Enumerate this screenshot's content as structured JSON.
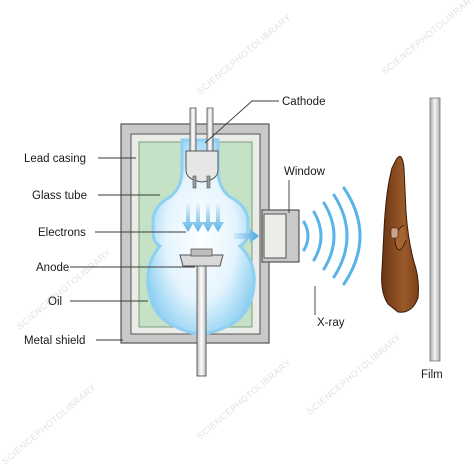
{
  "labels": {
    "cathode": "Cathode",
    "lead_casing": "Lead casing",
    "window": "Window",
    "glass_tube": "Glass tube",
    "electrons": "Electrons",
    "anode": "Anode",
    "oil": "Oil",
    "xray": "X-ray",
    "metal_shield": "Metal shield",
    "film": "Film"
  },
  "watermark": "SCIENCEPHOTOLIBRARY",
  "colors": {
    "metal_shield": "#c9c9c9",
    "lead_casing": "#e9ece7",
    "oil": "#c6e2c6",
    "glass_glow": "#6fc3ef",
    "xray_wave": "#58b3e8",
    "hand": "#8a4a1e",
    "film": "#cfcfcf"
  }
}
